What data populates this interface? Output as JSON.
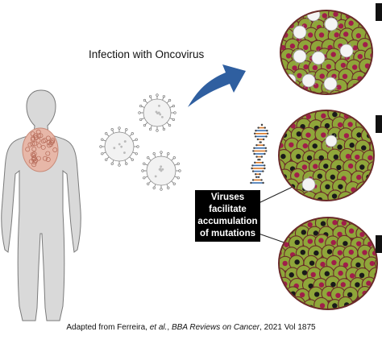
{
  "infection_label": "Infection with Oncovirus",
  "mutation_box_lines": [
    "Viruses",
    "facilitate",
    "accumulation",
    "of mutations"
  ],
  "caption": {
    "prefix": "Adapted from Ferreira, ",
    "et_al": "et al.",
    "sep": ", ",
    "journal": "BBA Reviews on Cancer",
    "suffix": ", 2021 Vol 1875"
  },
  "colors": {
    "cell_fill": "#8fa63a",
    "cell_stroke": "#6b2a2a",
    "nucleus": "#a01e4a",
    "virus_fill": "#f2f2f2",
    "arrow": "#2f5fa0",
    "body": "#d9d9d9",
    "body_stroke": "#7a7a7a",
    "tumor": "#e7b7a8",
    "dna_a": "#d97a2b",
    "dna_b": "#3a6fb0"
  },
  "icons": [
    "human-body-icon",
    "oncovirus-icon",
    "curved-arrow-icon",
    "tumor-cluster-icon",
    "dna-helix-icon"
  ]
}
